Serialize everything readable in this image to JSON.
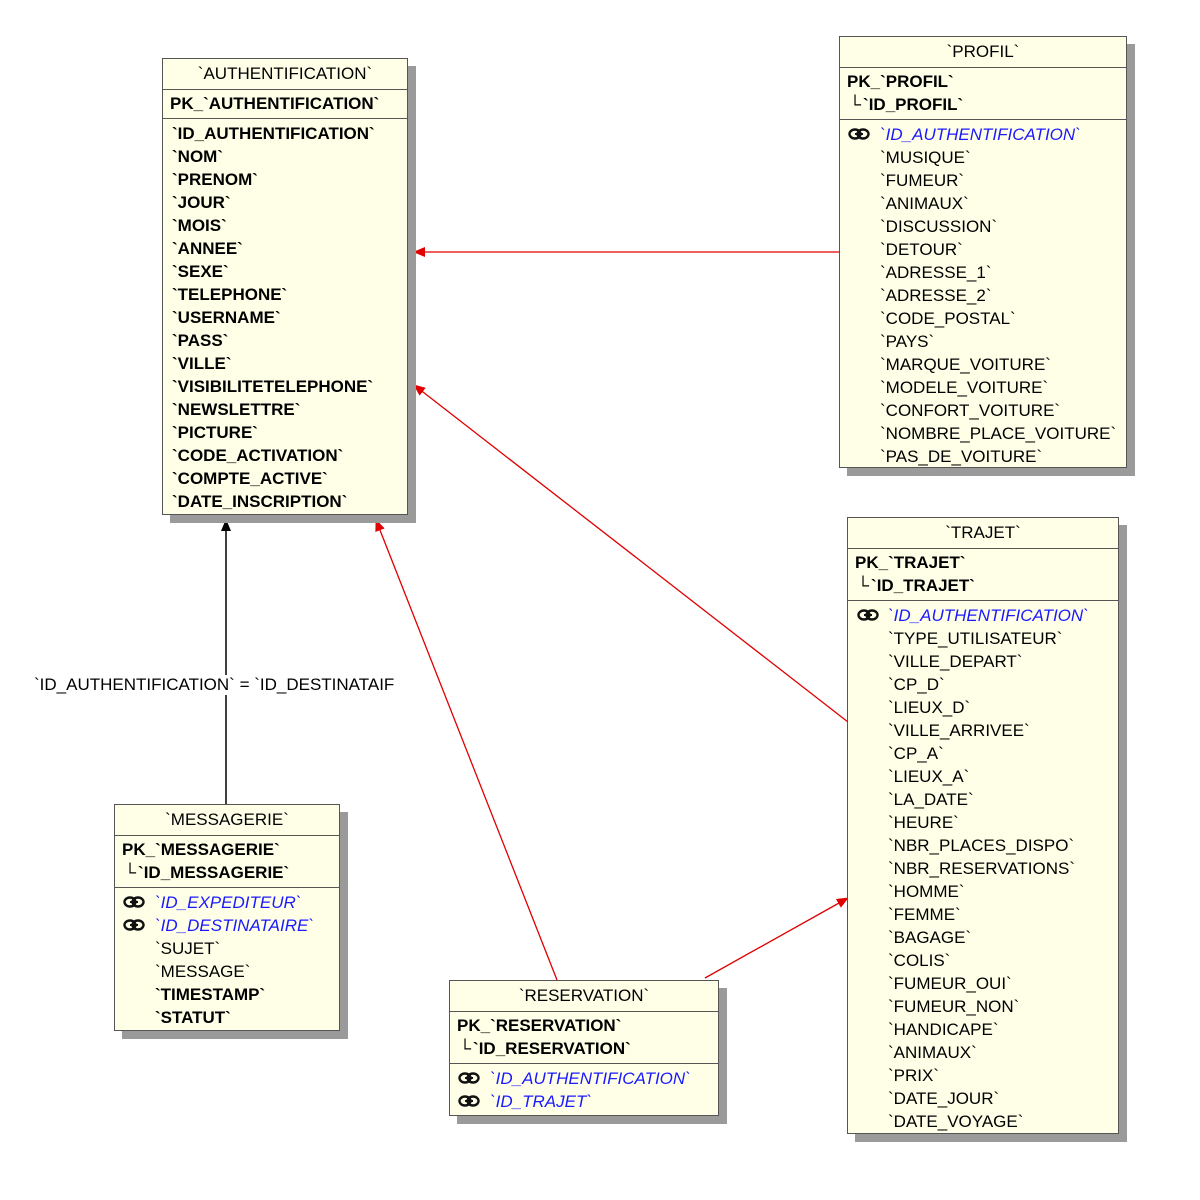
{
  "colors": {
    "entity_bg": "#ffffe8",
    "fk_text": "#1a1aff",
    "link_red": "#e00000",
    "link_black": "#000000"
  },
  "relation_label": "`ID_AUTHENTIFICATION` = `ID_DESTINATAIF",
  "fk_icon": "link-icon",
  "tables": {
    "authentification": {
      "title": "`AUTHENTIFICATION`",
      "pk_name": "PK_`AUTHENTIFICATION`",
      "fields": [
        "`ID_AUTHENTIFICATION`",
        "`NOM`",
        "`PRENOM`",
        "`JOUR`",
        "`MOIS`",
        "`ANNEE`",
        "`SEXE`",
        "`TELEPHONE`",
        "`USERNAME`",
        "`PASS`",
        "`VILLE`",
        "`VISIBILITETELEPHONE`",
        "`NEWSLETTRE`",
        "`PICTURE`",
        "`CODE_ACTIVATION`",
        "`COMPTE_ACTIVE`",
        "`DATE_INSCRIPTION`"
      ]
    },
    "profil": {
      "title": "`PROFIL`",
      "pk_name": "PK_`PROFIL`",
      "pk_column": "`ID_PROFIL`",
      "fk_fields": [
        "`ID_AUTHENTIFICATION`"
      ],
      "fields": [
        "`MUSIQUE`",
        "`FUMEUR`",
        "`ANIMAUX`",
        "`DISCUSSION`",
        "`DETOUR`",
        "`ADRESSE_1`",
        "`ADRESSE_2`",
        "`CODE_POSTAL`",
        "`PAYS`",
        "`MARQUE_VOITURE`",
        "`MODELE_VOITURE`",
        "`CONFORT_VOITURE`",
        "`NOMBRE_PLACE_VOITURE`",
        "`PAS_DE_VOITURE`"
      ]
    },
    "trajet": {
      "title": "`TRAJET`",
      "pk_name": "PK_`TRAJET`",
      "pk_column": "`ID_TRAJET`",
      "fk_fields": [
        "`ID_AUTHENTIFICATION`"
      ],
      "fields": [
        "`TYPE_UTILISATEUR`",
        "`VILLE_DEPART`",
        "`CP_D`",
        "`LIEUX_D`",
        "`VILLE_ARRIVEE`",
        "`CP_A`",
        "`LIEUX_A`",
        "`LA_DATE`",
        "`HEURE`",
        "`NBR_PLACES_DISPO`",
        "`NBR_RESERVATIONS`",
        "`HOMME`",
        "`FEMME`",
        "`BAGAGE`",
        "`COLIS`",
        "`FUMEUR_OUI`",
        "`FUMEUR_NON`",
        "`HANDICAPE`",
        "`ANIMAUX`",
        "`PRIX`",
        "`DATE_JOUR`",
        "`DATE_VOYAGE`"
      ]
    },
    "messagerie": {
      "title": "`MESSAGERIE`",
      "pk_name": "PK_`MESSAGERIE`",
      "pk_column": "`ID_MESSAGERIE`",
      "fk_fields": [
        "`ID_EXPEDITEUR`",
        "`ID_DESTINATAIRE`"
      ],
      "fields": [
        "`SUJET`",
        "`MESSAGE`"
      ],
      "bold_fields": [
        "`TIMESTAMP`",
        "`STATUT`"
      ]
    },
    "reservation": {
      "title": "`RESERVATION`",
      "pk_name": "PK_`RESERVATION`",
      "pk_column": "`ID_RESERVATION`",
      "fk_fields": [
        "`ID_AUTHENTIFICATION`",
        "`ID_TRAJET`"
      ]
    }
  }
}
